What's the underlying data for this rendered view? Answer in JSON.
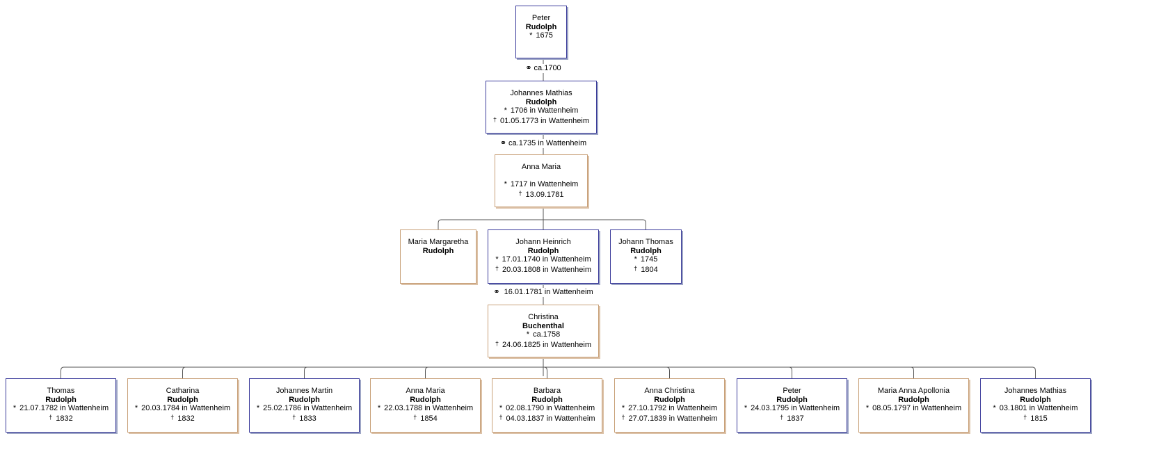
{
  "symbols": {
    "birth": "*",
    "death": "†",
    "marriage": "⚭"
  },
  "ancestors": [
    {
      "given": "Peter",
      "surname": "Rudolph",
      "birth": "1675",
      "death": "",
      "sex": "male"
    },
    {
      "given": "Johannes Mathias",
      "surname": "Rudolph",
      "birth": "1706 in Wattenheim",
      "death": "01.05.1773 in Wattenheim",
      "sex": "male"
    },
    {
      "given": "Anna Maria",
      "surname": "",
      "birth": "1717 in Wattenheim",
      "death": "13.09.1781",
      "sex": "female"
    }
  ],
  "marriages": [
    {
      "text": "ca.1700"
    },
    {
      "text": "ca.1735 in Wattenheim"
    },
    {
      "text": " 16.01.1781 in Wattenheim"
    }
  ],
  "siblings": [
    {
      "given": "Maria Margaretha",
      "surname": "Rudolph",
      "birth": "",
      "death": "",
      "sex": "female"
    },
    {
      "given": "Johann Heinrich",
      "surname": "Rudolph",
      "birth": "17.01.1740 in Wattenheim",
      "death": "20.03.1808 in Wattenheim",
      "sex": "male"
    },
    {
      "given": "Johann Thomas",
      "surname": "Rudolph",
      "birth": "1745",
      "death": "1804",
      "sex": "male"
    }
  ],
  "spouse": {
    "given": "Christina",
    "surname": "Buchenthal",
    "birth": "ca.1758",
    "death": "24.06.1825 in Wattenheim",
    "sex": "female"
  },
  "children": [
    {
      "given": "Thomas",
      "surname": "Rudolph",
      "birth": "21.07.1782 in Wattenheim",
      "death": "1832",
      "sex": "male"
    },
    {
      "given": "Catharina",
      "surname": "Rudolph",
      "birth": "20.03.1784 in Wattenheim",
      "death": "1832",
      "sex": "female"
    },
    {
      "given": "Johannes Martin",
      "surname": "Rudolph",
      "birth": "25.02.1786 in Wattenheim",
      "death": "1833",
      "sex": "male"
    },
    {
      "given": "Anna Maria",
      "surname": "Rudolph",
      "birth": "22.03.1788 in Wattenheim",
      "death": "1854",
      "sex": "female"
    },
    {
      "given": "Barbara",
      "surname": "Rudolph",
      "birth": "02.08.1790 in Wattenheim",
      "death": "04.03.1837 in Wattenheim",
      "sex": "female"
    },
    {
      "given": "Anna Christina",
      "surname": "Rudolph",
      "birth": "27.10.1792 in Wattenheim",
      "death": "27.07.1839 in Wattenheim",
      "sex": "female"
    },
    {
      "given": "Peter",
      "surname": "Rudolph",
      "birth": "24.03.1795 in Wattenheim",
      "death": "1837",
      "sex": "male"
    },
    {
      "given": "Maria Anna Apollonia",
      "surname": "Rudolph",
      "birth": "08.05.1797 in Wattenheim",
      "death": "",
      "sex": "female"
    },
    {
      "given": "Johannes Mathias",
      "surname": "Rudolph",
      "birth": "03.1801 in Wattenheim",
      "death": "1815",
      "sex": "male"
    }
  ]
}
